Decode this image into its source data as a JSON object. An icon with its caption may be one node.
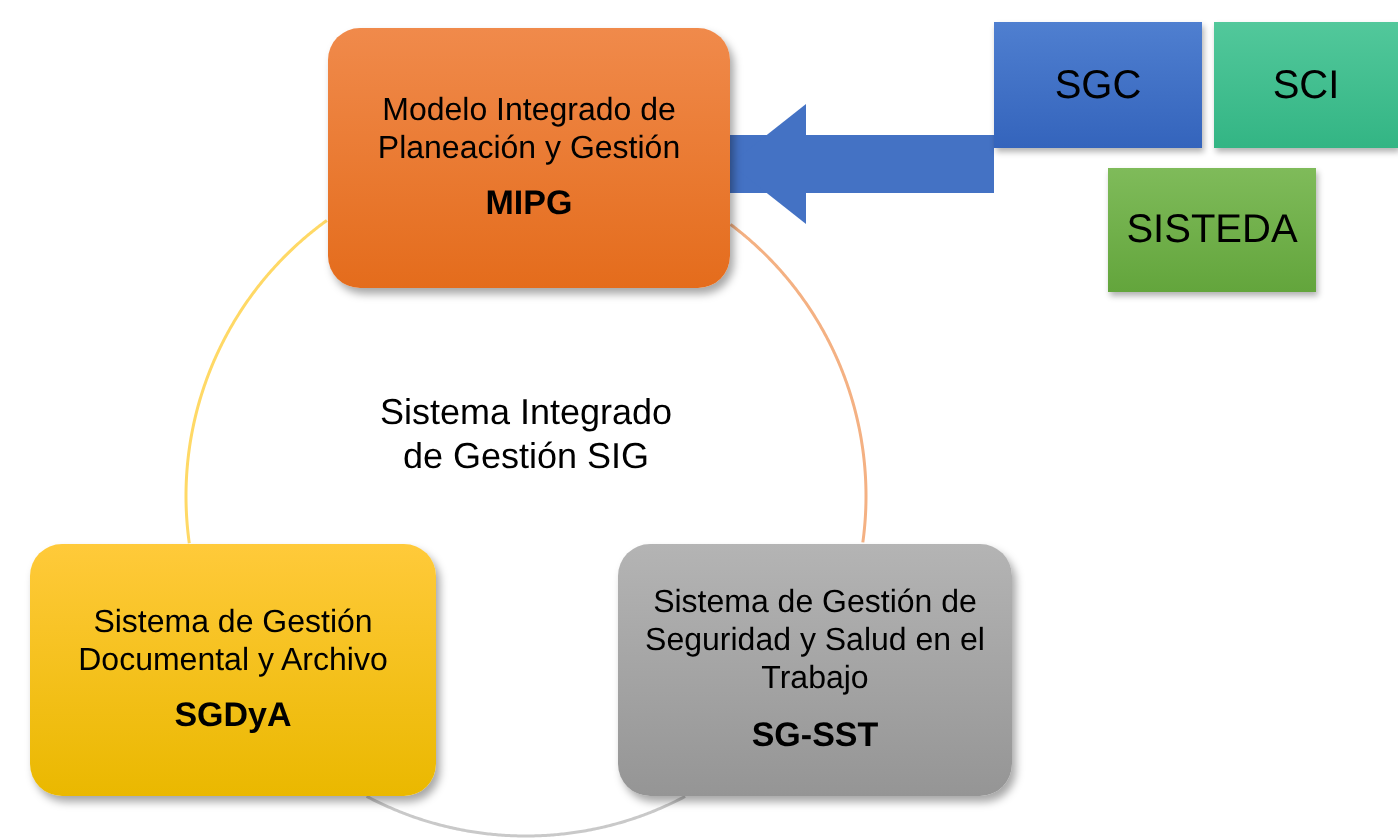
{
  "diagram": {
    "nodes": [
      {
        "text": [
          "Modelo Integrado de Planeación y Gestión",
          "MIPG"
        ]
      },
      {
        "text": [
          "SGC"
        ]
      },
      {
        "text": [
          "SCI"
        ]
      },
      {
        "text": [
          "SISTEDA"
        ]
      },
      {
        "text": [
          "Sistema de Gestión Documental y Archivo",
          "SGDyA"
        ]
      },
      {
        "text": [
          "Sistema de Gestión de Seguridad y Salud en el Trabajo",
          "SG-SST"
        ]
      }
    ],
    "edges": [
      {
        "from": 0,
        "to": 5,
        "arrow": "none",
        "color": "#f4b183"
      },
      {
        "from": 5,
        "to": 4,
        "arrow": "none",
        "color": "#c9c9c9"
      },
      {
        "from": 4,
        "to": 0,
        "arrow": "none",
        "color": "#ffd966"
      },
      {
        "from": 1,
        "to": 0,
        "arrow": "to",
        "style": "thick",
        "color": "#4472c4"
      }
    ],
    "labels": [
      "Sistema Integrado de Gestión SIG"
    ]
  }
}
